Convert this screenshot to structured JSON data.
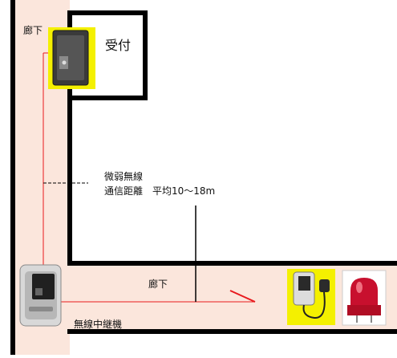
{
  "labels": {
    "corridor_top": "廊下",
    "reception": "受付",
    "wireless_line1": "微弱無線",
    "wireless_line2": "通信距離　平均10～18m",
    "corridor_bottom": "廊下",
    "repeater": "無線中継機"
  },
  "colors": {
    "corridor_fill": "#fbe6dc",
    "wall": "#000000",
    "signal_red": "#e8191d",
    "device_highlight": "#f4f000",
    "lamp_red": "#c8102e"
  },
  "devices": {
    "reception_device": "wireless-transmitter",
    "repeater_device": "wireless-repeater",
    "receiver_device": "wireless-receiver",
    "alarm_lamp": "red-rotating-warning-lamp"
  }
}
